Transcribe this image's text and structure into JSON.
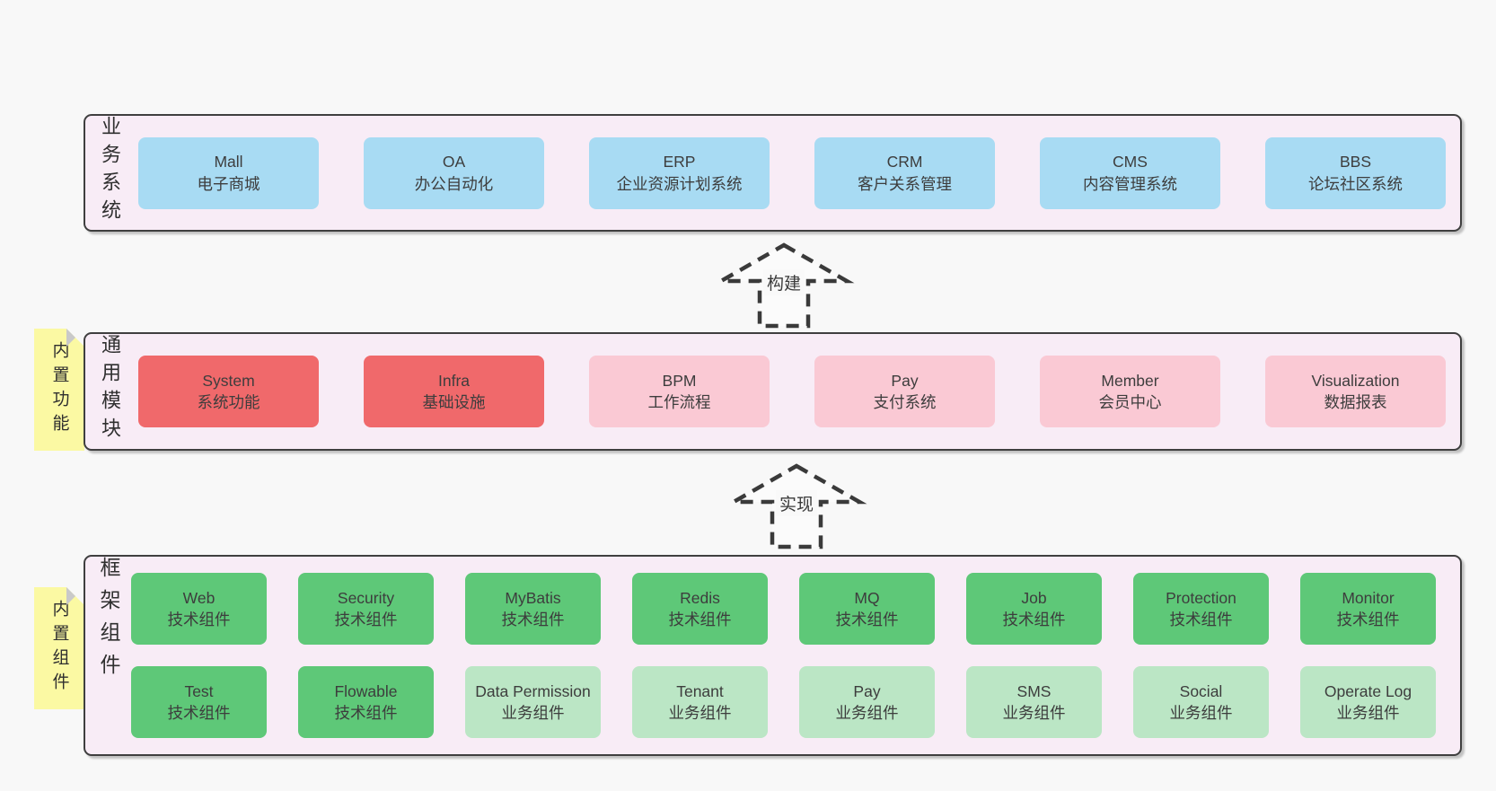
{
  "diagram": {
    "background": "#f8f8f8",
    "container_fill": "#f8ecf6",
    "container_border": "#3f3f3f"
  },
  "colors": {
    "blue": "#a8dbf3",
    "red": "#f0696b",
    "pink": "#fac9d4",
    "green": "#5ec878",
    "lightgreen": "#bbe6c5",
    "note_yellow": "#fbf9a3",
    "note_fold_gray": "#c9c9c9",
    "text": "#3d3d3d"
  },
  "sections": [
    {
      "id": "business",
      "label": "业务系统",
      "note": null,
      "rows": [
        [
          {
            "en": "Mall",
            "zh": "电子商城",
            "variant": "blue"
          },
          {
            "en": "OA",
            "zh": "办公自动化",
            "variant": "blue"
          },
          {
            "en": "ERP",
            "zh": "企业资源计划系统",
            "variant": "blue"
          },
          {
            "en": "CRM",
            "zh": "客户关系管理",
            "variant": "blue"
          },
          {
            "en": "CMS",
            "zh": "内容管理系统",
            "variant": "blue"
          },
          {
            "en": "BBS",
            "zh": "论坛社区系统",
            "variant": "blue"
          }
        ]
      ]
    },
    {
      "id": "modules",
      "label": "通用模块",
      "note": "内置功能",
      "rows": [
        [
          {
            "en": "System",
            "zh": "系统功能",
            "variant": "red"
          },
          {
            "en": "Infra",
            "zh": "基础设施",
            "variant": "red"
          },
          {
            "en": "BPM",
            "zh": "工作流程",
            "variant": "pink"
          },
          {
            "en": "Pay",
            "zh": "支付系统",
            "variant": "pink"
          },
          {
            "en": "Member",
            "zh": "会员中心",
            "variant": "pink"
          },
          {
            "en": "Visualization",
            "zh": "数据报表",
            "variant": "pink"
          }
        ]
      ]
    },
    {
      "id": "components",
      "label": "框架组件",
      "note": "内置组件",
      "rows": [
        [
          {
            "en": "Web",
            "zh": "技术组件",
            "variant": "green"
          },
          {
            "en": "Security",
            "zh": "技术组件",
            "variant": "green"
          },
          {
            "en": "MyBatis",
            "zh": "技术组件",
            "variant": "green"
          },
          {
            "en": "Redis",
            "zh": "技术组件",
            "variant": "green"
          },
          {
            "en": "MQ",
            "zh": "技术组件",
            "variant": "green"
          },
          {
            "en": "Job",
            "zh": "技术组件",
            "variant": "green"
          },
          {
            "en": "Protection",
            "zh": "技术组件",
            "variant": "green"
          },
          {
            "en": "Monitor",
            "zh": "技术组件",
            "variant": "green"
          }
        ],
        [
          {
            "en": "Test",
            "zh": "技术组件",
            "variant": "green"
          },
          {
            "en": "Flowable",
            "zh": "技术组件",
            "variant": "green"
          },
          {
            "en": "Data Permission",
            "zh": "业务组件",
            "variant": "lightgreen"
          },
          {
            "en": "Tenant",
            "zh": "业务组件",
            "variant": "lightgreen"
          },
          {
            "en": "Pay",
            "zh": "业务组件",
            "variant": "lightgreen"
          },
          {
            "en": "SMS",
            "zh": "业务组件",
            "variant": "lightgreen"
          },
          {
            "en": "Social",
            "zh": "业务组件",
            "variant": "lightgreen"
          },
          {
            "en": "Operate Log",
            "zh": "业务组件",
            "variant": "lightgreen"
          }
        ]
      ]
    }
  ],
  "arrows": [
    {
      "label": "构建"
    },
    {
      "label": "实现"
    }
  ]
}
